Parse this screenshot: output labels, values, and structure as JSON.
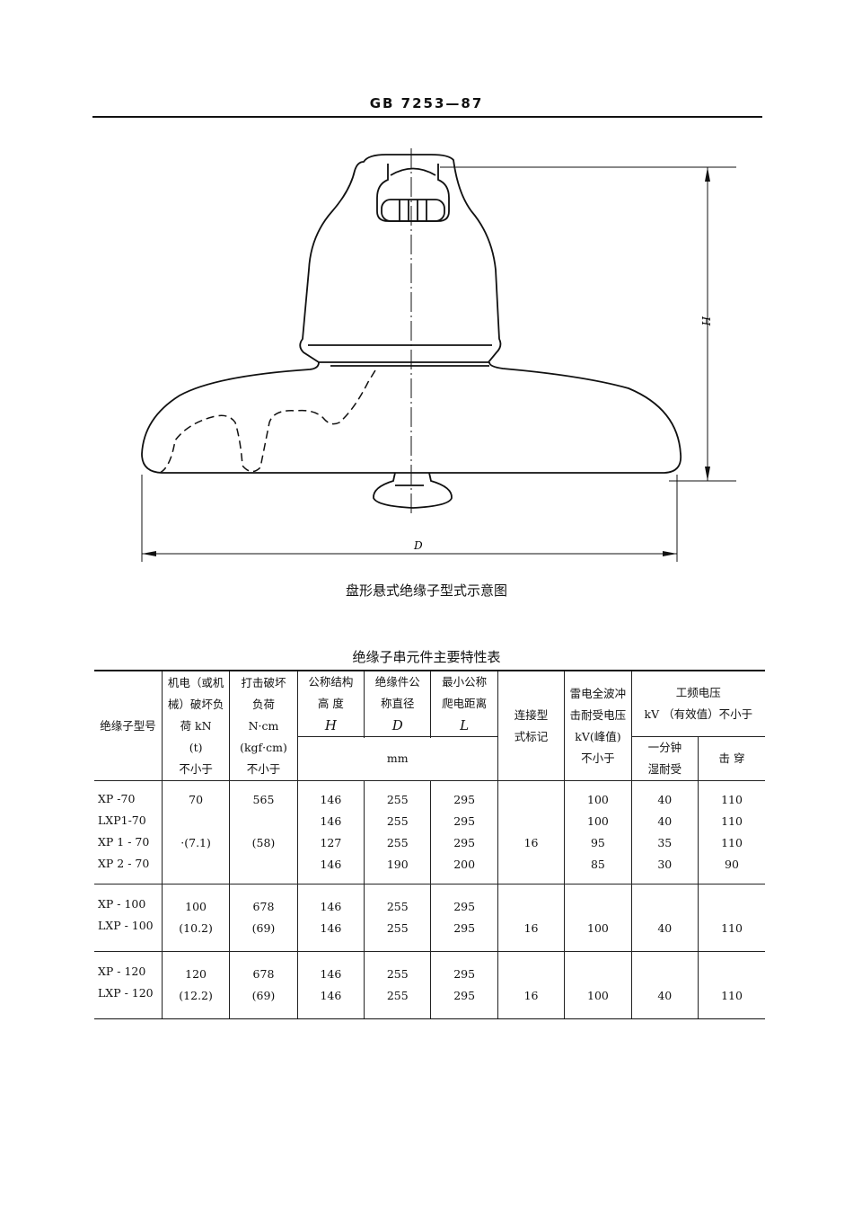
{
  "header": {
    "standard_code": "GB 7253—87"
  },
  "figure": {
    "caption": "盘形悬式绝缘子型式示意图",
    "labels": {
      "height": "H",
      "diameter": "D"
    }
  },
  "table": {
    "title": "绝缘子串元件主要特性表",
    "headers": {
      "model": "绝缘子型号",
      "mech_load": [
        "机电（或机",
        "械）破坏负",
        "荷  kN",
        "(t)",
        "不小于"
      ],
      "impact_load": [
        "打击破坏",
        "负荷",
        "N·cm",
        "(kgf·cm)",
        "不小于"
      ],
      "height": [
        "公称结构",
        "高  度",
        "H"
      ],
      "diameter": [
        "绝缘件公",
        "称直径",
        "D"
      ],
      "creepage": [
        "最小公称",
        "爬电距离",
        "L"
      ],
      "unit_mm": "mm",
      "coupling": [
        "连接型",
        "式标记"
      ],
      "lightning": [
        "雷电全波冲",
        "击耐受电压",
        "kV(峰值)",
        "不小于"
      ],
      "power_freq": [
        "工频电压",
        "kV （有效值）不小于"
      ],
      "wet_1min": [
        "一分钟",
        "湿耐受"
      ],
      "puncture": "击  穿"
    },
    "groups": [
      {
        "models": [
          "XP -70",
          "LXP1-70",
          "XP 1 - 70",
          "XP 2 - 70"
        ],
        "mech_load": [
          "70",
          "",
          "·(7.1)",
          ""
        ],
        "impact_load": [
          "565",
          "",
          "(58)",
          ""
        ],
        "height": [
          "146",
          "146",
          "127",
          "146"
        ],
        "diameter": [
          "255",
          "255",
          "255",
          "190"
        ],
        "creepage": [
          "295",
          "295",
          "295",
          "200"
        ],
        "coupling": [
          "",
          "",
          "16",
          ""
        ],
        "lightning": [
          "100",
          "100",
          "95",
          "85"
        ],
        "wet_1min": [
          "40",
          "40",
          "35",
          "30"
        ],
        "puncture": [
          "110",
          "110",
          "110",
          "90"
        ]
      },
      {
        "models": [
          "XP - 100",
          "LXP - 100"
        ],
        "mech_load": [
          "100",
          "(10.2)"
        ],
        "impact_load": [
          "678",
          "(69)"
        ],
        "height": [
          "146",
          "146"
        ],
        "diameter": [
          "255",
          "255"
        ],
        "creepage": [
          "295",
          "295"
        ],
        "coupling": [
          "",
          "16"
        ],
        "lightning": [
          "",
          "100"
        ],
        "wet_1min": [
          "",
          "40"
        ],
        "puncture": [
          "",
          "110"
        ]
      },
      {
        "models": [
          "XP - 120",
          "LXP - 120"
        ],
        "mech_load": [
          "120",
          "(12.2)"
        ],
        "impact_load": [
          "678",
          "(69)"
        ],
        "height": [
          "146",
          "146"
        ],
        "diameter": [
          "255",
          "255"
        ],
        "creepage": [
          "295",
          "295"
        ],
        "coupling": [
          "",
          "16"
        ],
        "lightning": [
          "",
          "100"
        ],
        "wet_1min": [
          "",
          "40"
        ],
        "puncture": [
          "",
          "110"
        ]
      }
    ]
  }
}
